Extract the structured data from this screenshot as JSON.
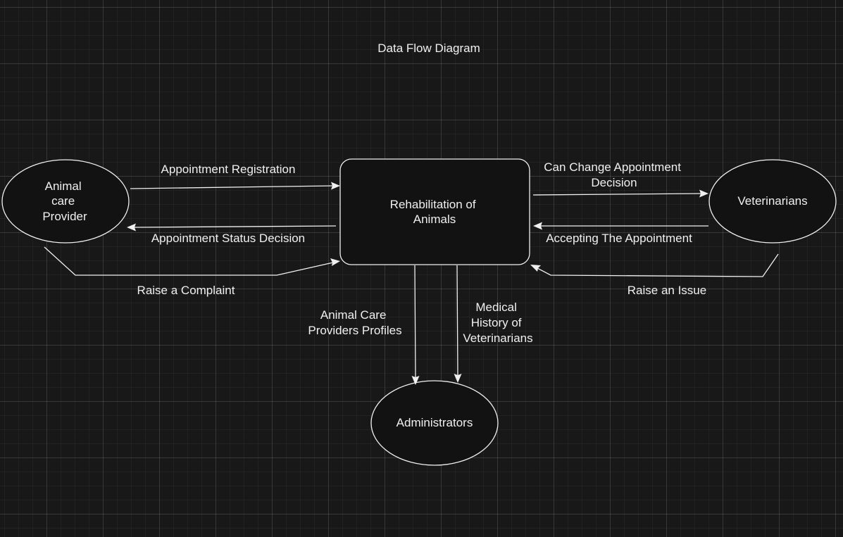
{
  "diagram": {
    "title": "Data Flow Diagram",
    "colors": {
      "background": "#181818",
      "stroke": "#f0f0f0",
      "text": "#f0f0f0"
    },
    "nodes": {
      "animal_care_provider": {
        "shape": "ellipse",
        "label_lines": [
          "Animal",
          "care",
          "Provider"
        ]
      },
      "process": {
        "shape": "rounded-rectangle",
        "label_lines": [
          "Rehabilitation of",
          "Animals"
        ]
      },
      "veterinarians": {
        "shape": "ellipse",
        "label_lines": [
          "Veterinarians"
        ]
      },
      "administrators": {
        "shape": "ellipse",
        "label_lines": [
          "Administrators"
        ]
      }
    },
    "flows": {
      "appointment_registration": {
        "from": "Animal care Provider",
        "to": "Rehabilitation of Animals",
        "label_lines": [
          "Appointment Registration"
        ]
      },
      "appointment_status_decision": {
        "from": "Rehabilitation of Animals",
        "to": "Animal care Provider",
        "label_lines": [
          "Appointment Status Decision"
        ]
      },
      "raise_complaint": {
        "from": "Animal care Provider",
        "to": "Rehabilitation of Animals",
        "label_lines": [
          "Raise a Complaint"
        ]
      },
      "can_change_appointment": {
        "from": "Rehabilitation of Animals",
        "to": "Veterinarians",
        "label_lines": [
          "Can Change Appointment",
          "Decision"
        ]
      },
      "accepting_appointment": {
        "from": "Veterinarians",
        "to": "Rehabilitation of Animals",
        "label_lines": [
          "Accepting The Appointment"
        ]
      },
      "raise_issue": {
        "from": "Veterinarians",
        "to": "Rehabilitation of Animals",
        "label_lines": [
          "Raise an Issue"
        ]
      },
      "acp_profiles": {
        "from": "Rehabilitation of Animals",
        "to": "Administrators",
        "label_lines": [
          "Animal Care",
          "Providers Profiles"
        ]
      },
      "medical_history": {
        "from": "Rehabilitation of Animals",
        "to": "Administrators",
        "label_lines": [
          "Medical",
          "History of",
          "Veterinarians"
        ]
      }
    }
  }
}
